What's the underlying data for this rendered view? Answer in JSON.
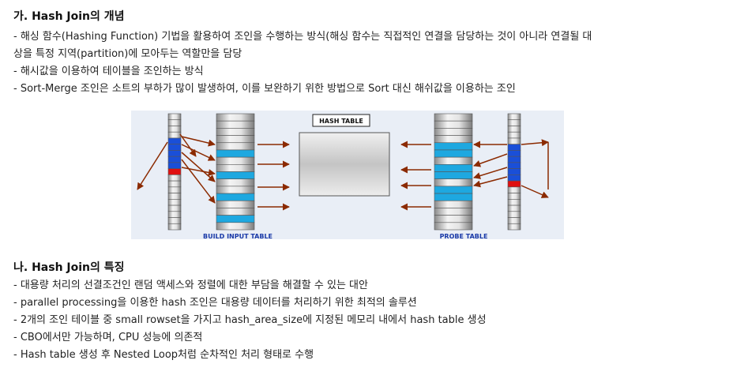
{
  "section1": {
    "title": "가. Hash Join의 개념",
    "lines": [
      "- 해싱 함수(Hashing Function) 기법을 활용하여 조인을 수행하는 방식(해싱 함수는 직접적인 연결을 담당하는 것이 아니라 연결될 대",
      "상을 특정 지역(partition)에 모아두는 역할만을 담당",
      "- 해시값을 이용하여 테이블을 조인하는 방식",
      "- Sort-Merge 조인은 소트의 부하가 많이 발생하여, 이를 보완하기 위한 방법으로 Sort 대신 해쉬값을 이용하는 조인"
    ]
  },
  "diagram": {
    "hash_table_label": "HASH TABLE",
    "build_label": "BUILD INPUT TABLE",
    "probe_label": "PROBE TABLE",
    "colors": {
      "background": "#e9eef6",
      "highlight_blue": "#1a4fd8",
      "highlight_red": "#e01010",
      "cyan": "#1ea8e0",
      "arrow": "#8b2a00",
      "label_blue": "#1a3aa8"
    }
  },
  "section2": {
    "title": "나. Hash Join의 특징",
    "lines": [
      "- 대용량 처리의 선결조건인 랜덤 액세스와 정렬에 대한 부담을 해결할 수 있는 대안",
      "- parallel processing을 이용한 hash 조인은 대용량 데이터를 처리하기 위한 최적의 솔루션",
      "- 2개의 조인 테이블 중 small rowset을 가지고 hash_area_size에 지정된 메모리 내에서 hash table 생성",
      "- CBO에서만 가능하며, CPU 성능에 의존적",
      "- Hash table 생성 후 Nested Loop처럼 순차적인 처리 형태로 수행"
    ]
  }
}
